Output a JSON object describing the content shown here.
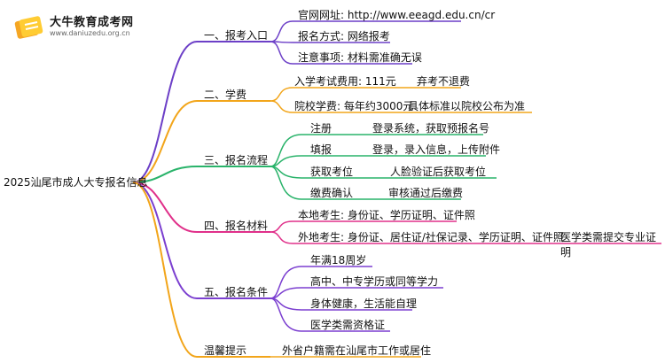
{
  "logo": {
    "title": "大牛教育成考网",
    "url": "www.daniuzedu.org.cn"
  },
  "root": "2025汕尾市成人大专报名信息",
  "branches": [
    {
      "label": "一、报考入口",
      "color": "#6c3fc7",
      "leaves": [
        "官网网址: http://www.eeagd.edu.cn/cr",
        "报名方式: 网络报考",
        "注意事项: 材料需准确无误"
      ]
    },
    {
      "label": "二、学费",
      "color": "#f2a51a",
      "leaves": [
        {
          "text": "入学考试费用: 111元",
          "extra": "弃考不退费"
        },
        {
          "text": "院校学费: 每年约3000元",
          "extra": "具体标准以院校公布为准"
        }
      ]
    },
    {
      "label": "三、报名流程",
      "color": "#29b36a",
      "leaves": [
        {
          "text": "注册",
          "extra": "登录系统，获取预报名号"
        },
        {
          "text": "填报",
          "extra": "登录，录入信息，上传附件"
        },
        {
          "text": "获取考位",
          "extra": "人脸验证后获取考位"
        },
        {
          "text": "缴费确认",
          "extra": "审核通过后缴费"
        }
      ]
    },
    {
      "label": "四、报名材料",
      "color": "#e0308a",
      "leaves": [
        {
          "text": "本地考生: 身份证、学历证明、证件照"
        },
        {
          "text": "外地考生: 身份证、居住证/社保记录、学历证明、证件照",
          "extra": "医学类需提交专业证明"
        }
      ]
    },
    {
      "label": "五、报名条件",
      "color": "#7b3fd0",
      "leaves": [
        "年满18周岁",
        "高中、中专学历或同等学力",
        "身体健康，生活能自理",
        "医学类需资格证"
      ]
    },
    {
      "label": "温馨提示",
      "color": "#f2a51a",
      "leaves": [
        "外省户籍需在汕尾市工作或居住"
      ]
    }
  ]
}
